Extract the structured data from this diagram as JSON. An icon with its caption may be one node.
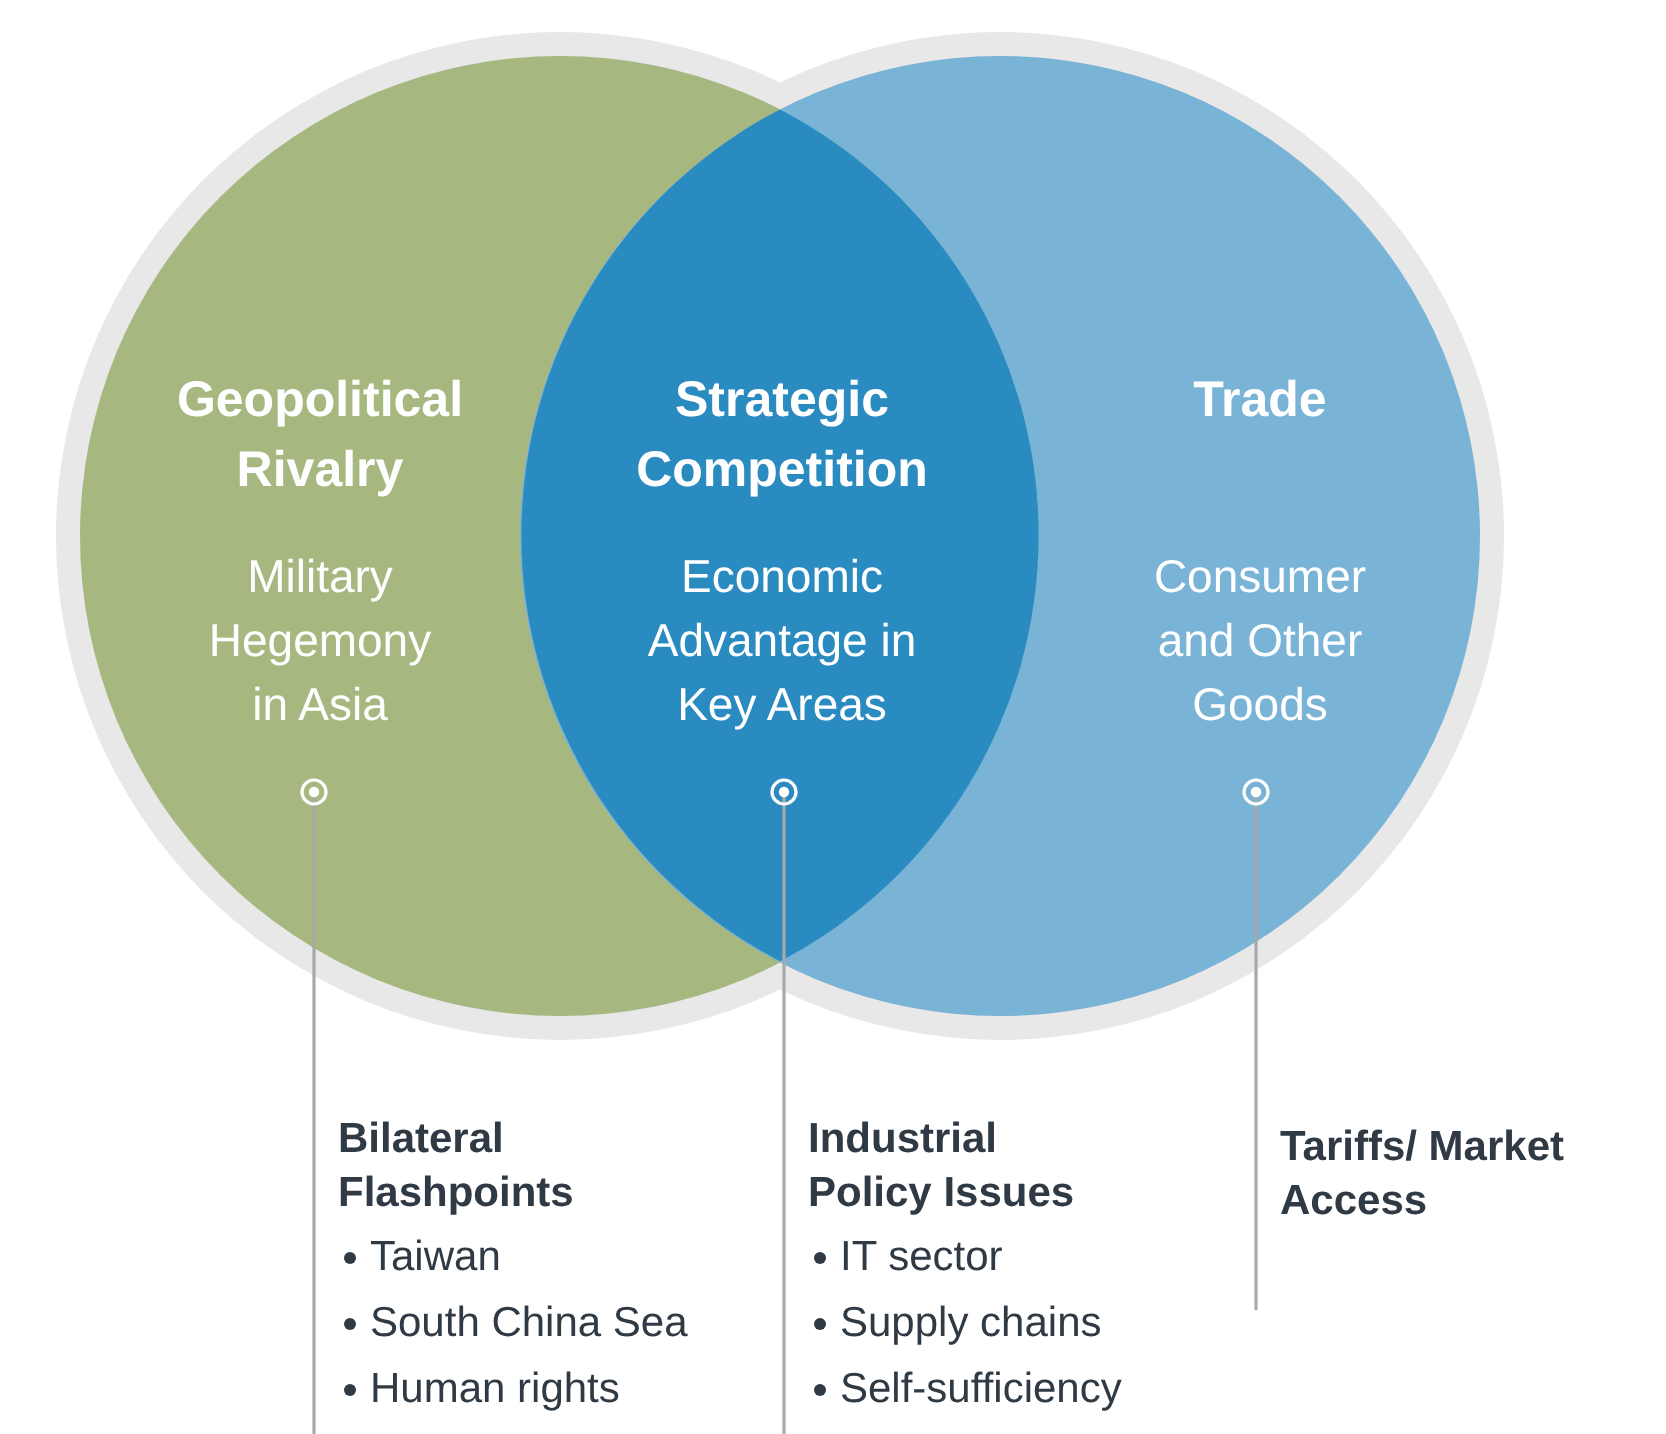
{
  "diagram": {
    "nodes": [
      {
        "text": [
          "Geopolitical Rivalry",
          "Military Hegemony in Asia"
        ]
      },
      {
        "text": [
          "Trade",
          "Consumer and Other Goods"
        ]
      },
      {
        "text": [
          "Strategic Competition",
          "Economic Advantage in Key Areas"
        ]
      },
      {
        "text": [
          "Bilateral Flashpoints",
          "Taiwan",
          "South China Sea",
          "Human rights"
        ]
      },
      {
        "text": [
          "Industrial Policy Issues",
          "IT sector",
          "Supply chains",
          "Self-sufficiency"
        ]
      },
      {
        "text": [
          "Tariffs/ Market Access"
        ]
      }
    ],
    "edges": [
      {
        "from": 3,
        "to": 0,
        "arrow": "other"
      },
      {
        "from": 4,
        "to": 2,
        "arrow": "other"
      },
      {
        "from": 5,
        "to": 1,
        "arrow": "other"
      }
    ]
  }
}
